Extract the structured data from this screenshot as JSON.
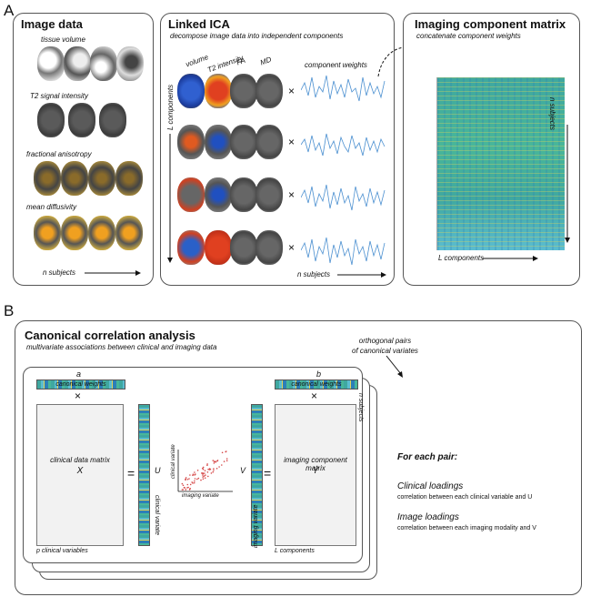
{
  "panel_labels": {
    "a": "A",
    "b": "B"
  },
  "image_data": {
    "title": "Image data",
    "rows": [
      "tissue volume",
      "T2 signal intensity",
      "fractional anisotropy",
      "mean diffusivity"
    ],
    "axis": "n subjects"
  },
  "linked_ica": {
    "title": "Linked ICA",
    "subtitle": "decompose image data into independent components",
    "columns": [
      "volume",
      "T2 intensity",
      "FA",
      "MD"
    ],
    "weights_label": "component weights",
    "l_axis": "L components",
    "n_axis": "n subjects",
    "times": "×"
  },
  "matrix": {
    "title": "Imaging component matrix",
    "subtitle": "concatenate component weights",
    "n_axis": "n subjects",
    "l_axis": "L components"
  },
  "cca": {
    "title": "Canonical correlation analysis",
    "subtitle": "multivariate associations between clinical and imaging data",
    "orth": "orthogonal pairs\nof canonical variates",
    "a_letter": "a",
    "b_letter": "b",
    "canonical_weights": "canonical weights",
    "times": "×",
    "equals": "=",
    "clinical_matrix": "clinical data matrix",
    "x_var": "X",
    "u_var": "U",
    "v_var": "V",
    "imaging_matrix": "imaging component matrix",
    "y_var": "Y",
    "p_vars": "p clinical variables",
    "l_comp": "L components",
    "clinical_variate": "clinical variate",
    "imaging_variate": "imaging variate",
    "n_subjects": "n subjects",
    "for_each": "For each pair:",
    "clin_load": "Clinical loadings",
    "clin_load_desc": "correlation between each clinical variable and U",
    "img_load": "Image loadings",
    "img_load_desc": "correlation between each imaging modality and V"
  },
  "colors": {
    "matrix_teal": "#3fa8a0",
    "line_blue": "#4a8fd0",
    "scatter_red": "#d64a4a"
  }
}
